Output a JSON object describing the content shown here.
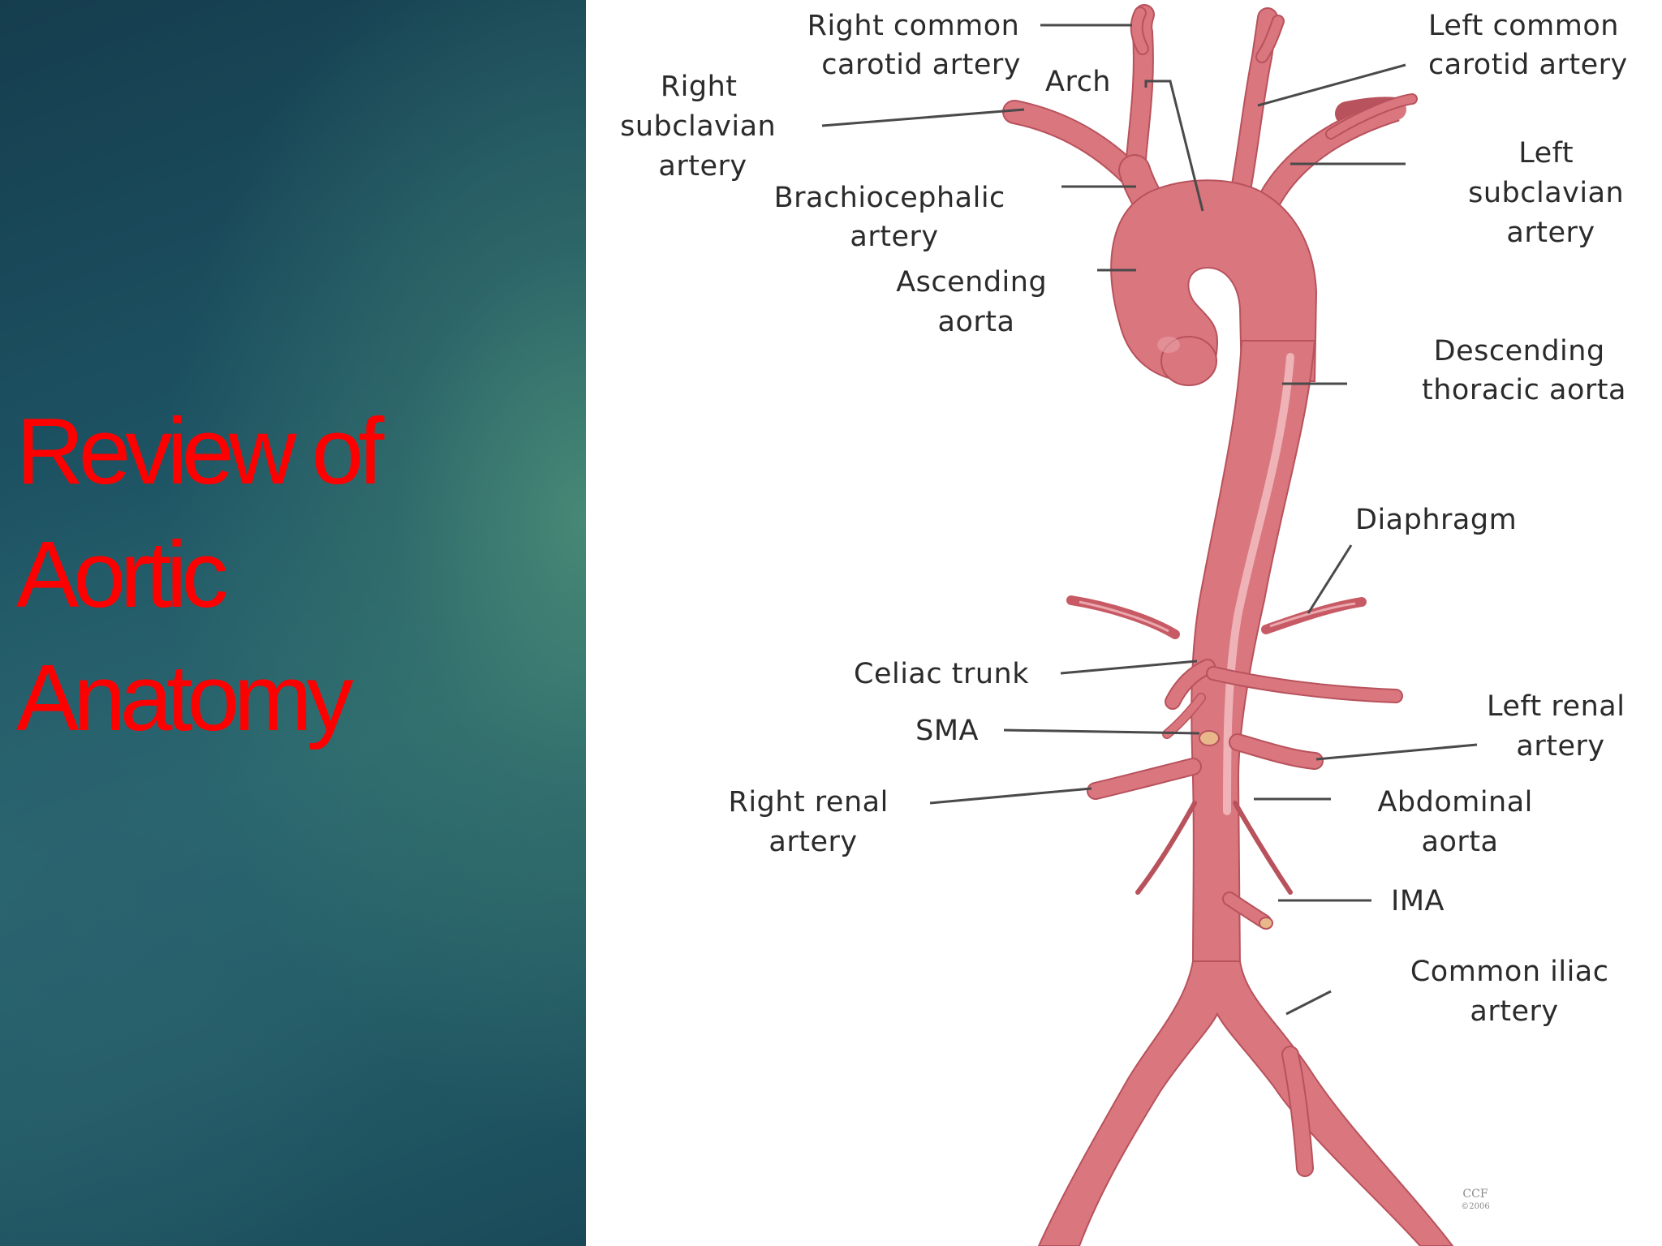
{
  "slide": {
    "title_lines": [
      "Review of",
      "Aortic",
      "Anatomy"
    ],
    "title_color": "#ff0000"
  },
  "diagram": {
    "vessel_color": "#d9767e",
    "labels": {
      "right_common_carotid": [
        "Right common",
        "carotid artery"
      ],
      "arch": [
        "Arch"
      ],
      "left_common_carotid": [
        "Left common",
        "carotid artery"
      ],
      "right_subclavian": [
        "Right",
        "subclavian",
        "artery"
      ],
      "brachiocephalic": [
        "Brachiocephalic",
        "artery"
      ],
      "left_subclavian": [
        "Left",
        "subclavian",
        "artery"
      ],
      "ascending_aorta": [
        "Ascending",
        "aorta"
      ],
      "descending_thoracic_aorta": [
        "Descending",
        "thoracic aorta"
      ],
      "diaphragm": [
        "Diaphragm"
      ],
      "celiac_trunk": [
        "Celiac trunk"
      ],
      "sma": [
        "SMA"
      ],
      "left_renal": [
        "Left renal",
        "artery"
      ],
      "right_renal": [
        "Right renal",
        "artery"
      ],
      "abdominal_aorta": [
        "Abdominal",
        "aorta"
      ],
      "ima": [
        "IMA"
      ],
      "common_iliac": [
        "Common iliac",
        "artery"
      ]
    },
    "watermark": [
      "CCF",
      "©2006"
    ]
  }
}
